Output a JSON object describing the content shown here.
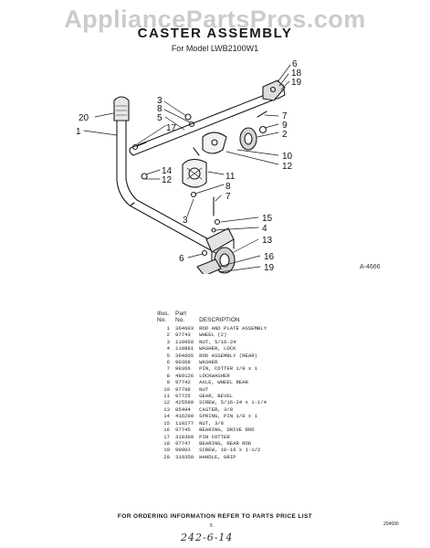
{
  "watermark": "AppliancePartsPros.com",
  "title": "CASTER ASSEMBLY",
  "subtitle": "For Model LWB2100W1",
  "figure_ref": "A-4666",
  "callouts": [
    "6",
    "18",
    "19",
    "3",
    "8",
    "5",
    "17",
    "20",
    "1",
    "7",
    "9",
    "2",
    "10",
    "12",
    "14",
    "12",
    "11",
    "8",
    "7",
    "3",
    "15",
    "4",
    "13",
    "6",
    "16",
    "19"
  ],
  "table": {
    "header_key_1": "Illus.",
    "header_key_2": "No.",
    "header_part_1": "Part",
    "header_part_2": "No.",
    "header_desc": "DESCRIPTION",
    "rows": [
      {
        "key": "1",
        "part": "364603",
        "desc": "ROD AND PLATE ASSEMBLY"
      },
      {
        "key": "2",
        "part": "97743",
        "desc": "WHEEL (2)"
      },
      {
        "key": "3",
        "part": "110950",
        "desc": "NUT, 5/16-24"
      },
      {
        "key": "4",
        "part": "110881",
        "desc": "WASHER, LOCK"
      },
      {
        "key": "5",
        "part": "364605",
        "desc": "ROD ASSEMBLY (REAR)"
      },
      {
        "key": "6",
        "part": "90368",
        "desc": "WASHER"
      },
      {
        "key": "7",
        "part": "90366",
        "desc": "PIN, COTTER 1/8 x 1"
      },
      {
        "key": "8",
        "part": "489126",
        "desc": "LOCKWASHER"
      },
      {
        "key": "9",
        "part": "97742",
        "desc": "AXLE, WHEEL REAR"
      },
      {
        "key": "10",
        "part": "97798",
        "desc": "NUT"
      },
      {
        "key": "11",
        "part": "97725",
        "desc": "GEAR, BEVEL"
      },
      {
        "key": "12",
        "part": "425599",
        "desc": "SCREW, 5/16-24 x 1-1/4"
      },
      {
        "key": "13",
        "part": "85494",
        "desc": "CASTER, 3/8"
      },
      {
        "key": "14",
        "part": "416299",
        "desc": "SPRING, PIN 1/8 x 1"
      },
      {
        "key": "15",
        "part": "110277",
        "desc": "NUT, 3/8"
      },
      {
        "key": "16",
        "part": "97745",
        "desc": "BEARING, DRIVE ROD"
      },
      {
        "key": "17",
        "part": "319309",
        "desc": "PIN COTTER"
      },
      {
        "key": "18",
        "part": "97747",
        "desc": "BEARING, REAR ROD"
      },
      {
        "key": "19",
        "part": "90903",
        "desc": "SCREW, 10-16 x 1-1/2"
      },
      {
        "key": "20",
        "part": "319358",
        "desc": "HANDLE, GRIP"
      }
    ]
  },
  "footer_note": "FOR ORDERING INFORMATION REFER TO PARTS PRICE LIST",
  "page_number": "5",
  "doc_code": "204690",
  "handwritten": "242-6-14"
}
